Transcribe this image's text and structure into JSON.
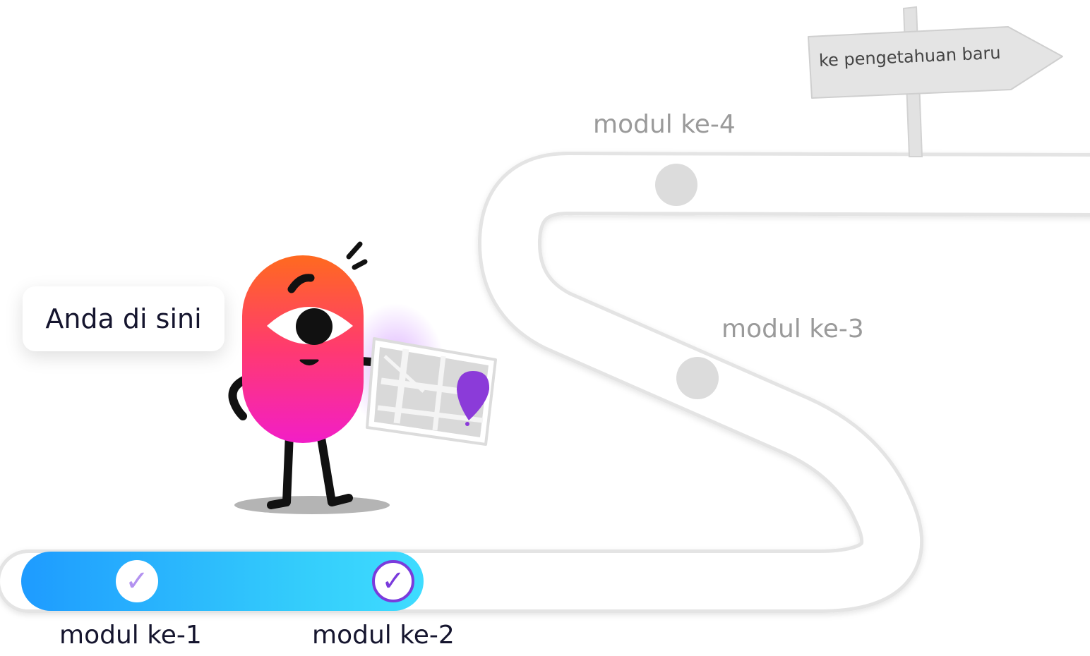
{
  "location_badge": {
    "text": "Anda di sini"
  },
  "signpost": {
    "text": "ke pengetahuan baru"
  },
  "modules": [
    {
      "label": "modul ke-1",
      "status": "completed",
      "icon": "check-icon"
    },
    {
      "label": "modul ke-2",
      "status": "completed-current",
      "icon": "check-icon"
    },
    {
      "label": "modul ke-3",
      "status": "locked"
    },
    {
      "label": "modul ke-4",
      "status": "locked"
    }
  ],
  "check_glyph": "✓",
  "colors": {
    "progress_start": "#1e9bff",
    "progress_end": "#3fdcff",
    "check_light": "#b392f0",
    "check_dark": "#7a3bdc",
    "road": "#ffffff",
    "road_outline": "#e6e6e6",
    "locked_dot": "#dcdcdc",
    "locked_text": "#9a9a9a",
    "done_text": "#15152e",
    "mascot_top": "#ff6a1f",
    "mascot_bottom": "#f21ec7",
    "map_pin": "#8b3bd9"
  }
}
